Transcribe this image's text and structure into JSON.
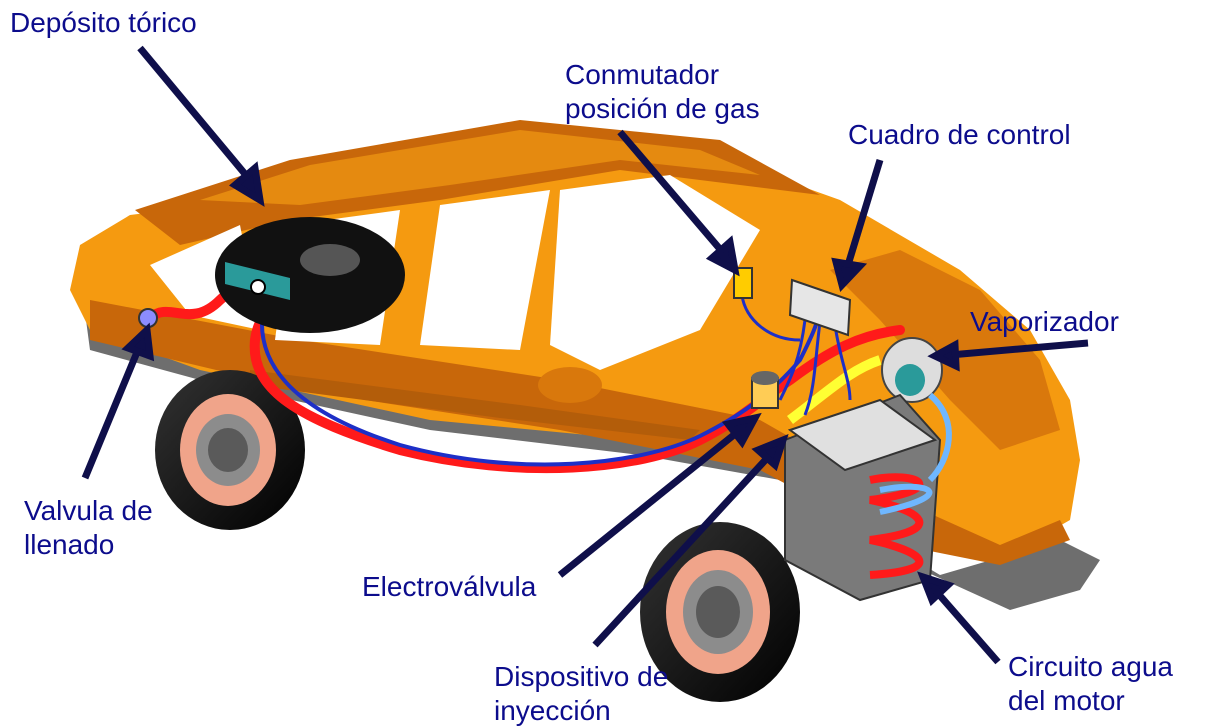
{
  "colors": {
    "label_text": "#0c0c8c",
    "arrow": "#0f0f4a",
    "car_body": "#f59a10",
    "car_shadow": "#c8670a",
    "fuel_line": "#ff1a1a",
    "control_wire": "#1d2fc7",
    "gas_line": "#ffff33",
    "water_line": "#6fb7ff"
  },
  "labels": {
    "deposito": {
      "line1": "Depósito tórico"
    },
    "conmutador": {
      "line1": "Conmutador",
      "line2": "posición de gas"
    },
    "cuadro": {
      "line1": "Cuadro de control"
    },
    "vaporizador": {
      "line1": "Vaporizador"
    },
    "valvula": {
      "line1": "Valvula de",
      "line2": "llenado"
    },
    "electrovalvula": {
      "line1": "Electroválvula"
    },
    "dispositivo": {
      "line1": "Dispositivo de",
      "line2": "inyección"
    },
    "circuito": {
      "line1": "Circuito agua",
      "line2": "del motor"
    }
  }
}
